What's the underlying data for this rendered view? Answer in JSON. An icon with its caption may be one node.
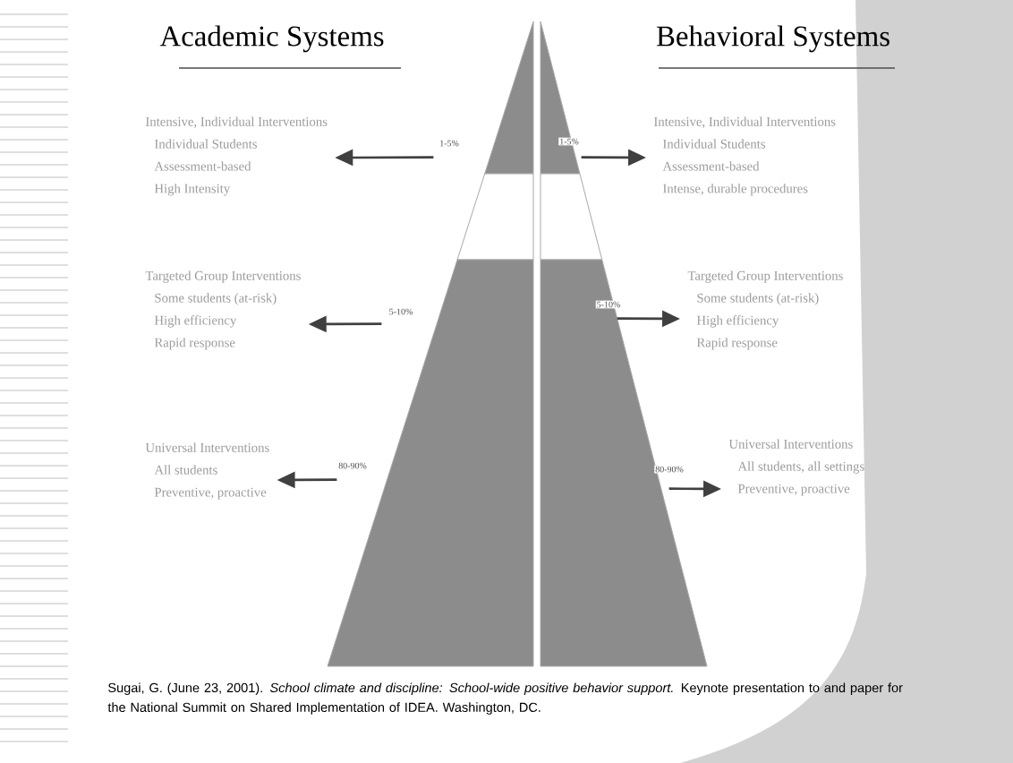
{
  "diagram": {
    "caption": "Sugai, G. (June 23, 2001). *School climate and discipline: School-wide positive behavior support.* Keynote presentation to and paper for the National Summit on Shared Implementation of IDEA. Washington, DC.",
    "nodes": [
      {
        "text": [],
        "shape": "triangle"
      },
      {
        "text": [],
        "shape": "band"
      },
      {
        "text": [],
        "shape": "band"
      },
      {
        "text": [],
        "shape": "triangle"
      },
      {
        "text": [],
        "shape": "band"
      },
      {
        "text": [],
        "shape": "band"
      },
      {
        "text": [
          "Intensive, Individual Interventions",
          "Individual Students",
          "Assessment-based",
          "High Intensity"
        ]
      },
      {
        "text": [
          "Targeted Group Interventions",
          "Some students (at-risk)",
          "High efficiency",
          "Rapid response"
        ]
      },
      {
        "text": [
          "Universal Interventions",
          "All students",
          "Preventive, proactive"
        ]
      },
      {
        "text": [
          "Intensive, Individual Interventions",
          "Individual Students",
          "Assessment-based",
          "Intense, durable procedures"
        ]
      },
      {
        "text": [
          "Targeted Group Interventions",
          "Some students (at-risk)",
          "High efficiency",
          "Rapid response"
        ]
      },
      {
        "text": [
          "Universal Interventions",
          "All students, all settings",
          "Preventive, proactive"
        ]
      }
    ],
    "edges": [
      {
        "from": 0,
        "to": 6,
        "arrow": "to",
        "label": "1-5%"
      },
      {
        "from": 2,
        "to": 7,
        "arrow": "to",
        "label": "5-10%"
      },
      {
        "from": 2,
        "to": 8,
        "arrow": "to",
        "label": "80-90%"
      },
      {
        "from": 3,
        "to": 9,
        "arrow": "to",
        "label": "1-5%"
      },
      {
        "from": 5,
        "to": 10,
        "arrow": "to",
        "label": "5-10%"
      },
      {
        "from": 5,
        "to": 11,
        "arrow": "to",
        "label": "80-90%"
      }
    ],
    "labels": [
      "Academic Systems",
      "Behavioral Systems"
    ]
  }
}
